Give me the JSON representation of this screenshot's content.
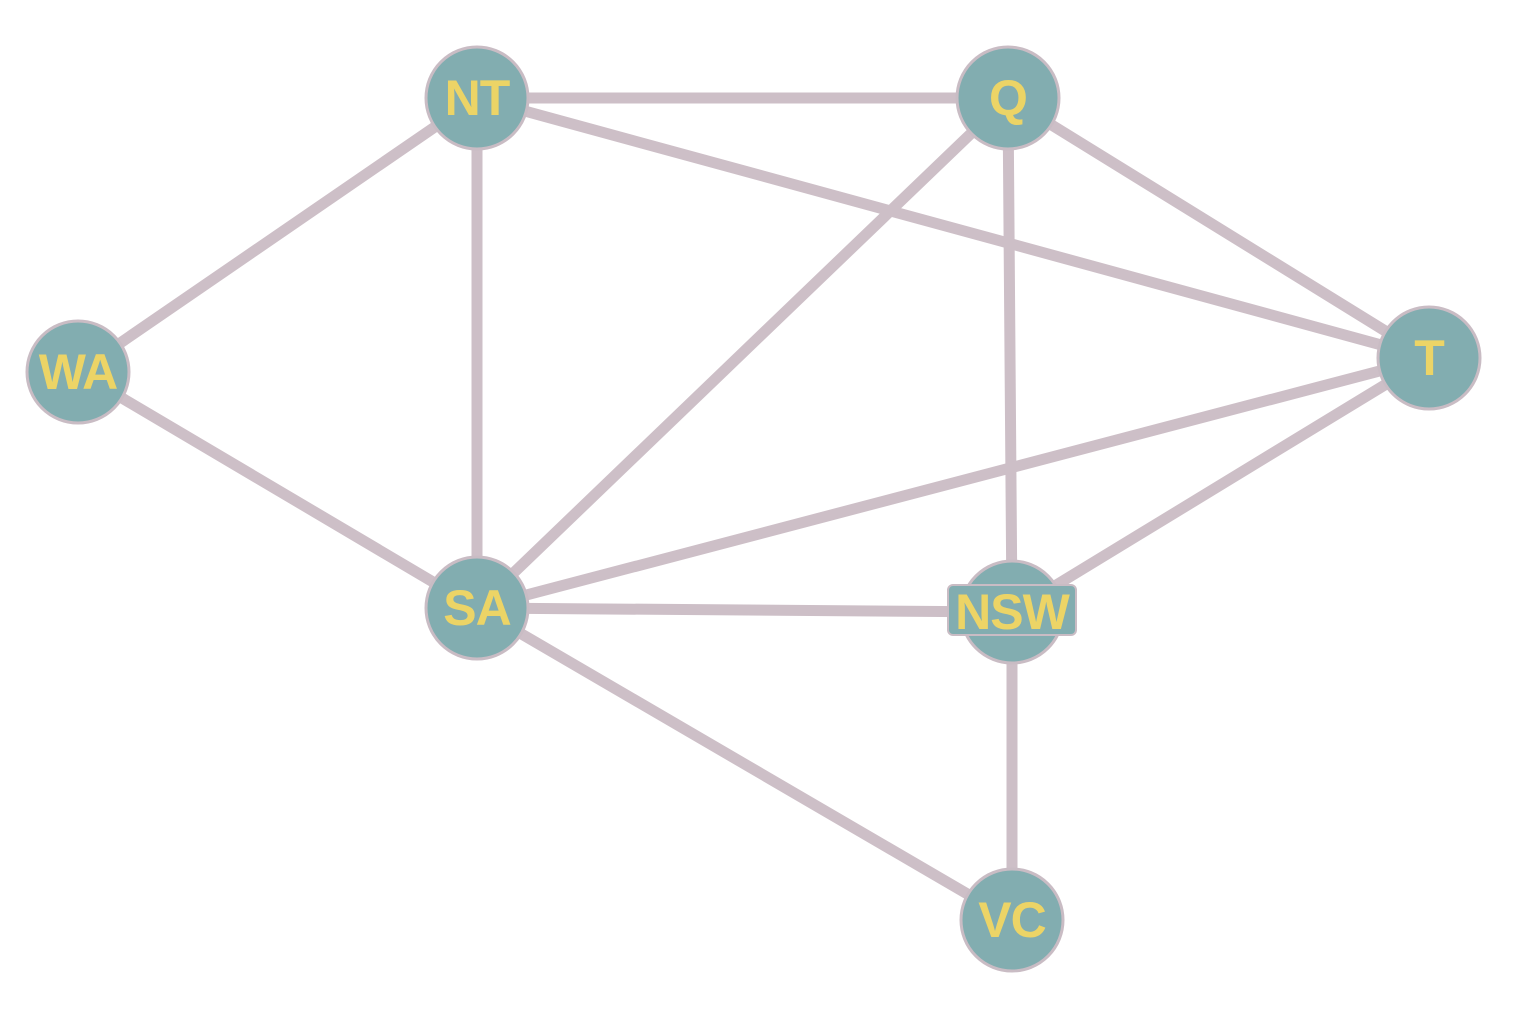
{
  "graph": {
    "nodes": [
      {
        "id": "NT",
        "label": "NT"
      },
      {
        "id": "Q",
        "label": "Q"
      },
      {
        "id": "WA",
        "label": "WA"
      },
      {
        "id": "T",
        "label": "T"
      },
      {
        "id": "SA",
        "label": "SA"
      },
      {
        "id": "NSW",
        "label": "NSW"
      },
      {
        "id": "VC",
        "label": "VC"
      }
    ],
    "edges": [
      {
        "source": "NT",
        "target": "Q"
      },
      {
        "source": "NT",
        "target": "WA"
      },
      {
        "source": "NT",
        "target": "SA"
      },
      {
        "source": "NT",
        "target": "T"
      },
      {
        "source": "Q",
        "target": "SA"
      },
      {
        "source": "Q",
        "target": "NSW"
      },
      {
        "source": "Q",
        "target": "T"
      },
      {
        "source": "WA",
        "target": "SA"
      },
      {
        "source": "SA",
        "target": "T"
      },
      {
        "source": "SA",
        "target": "NSW"
      },
      {
        "source": "SA",
        "target": "VC"
      },
      {
        "source": "NSW",
        "target": "T"
      },
      {
        "source": "NSW",
        "target": "VC"
      }
    ]
  },
  "colors": {
    "edge": "#cdbfc7",
    "node_fill": "#82adb0",
    "node_stroke": "#c9bcc4",
    "label": "#ecd466"
  }
}
